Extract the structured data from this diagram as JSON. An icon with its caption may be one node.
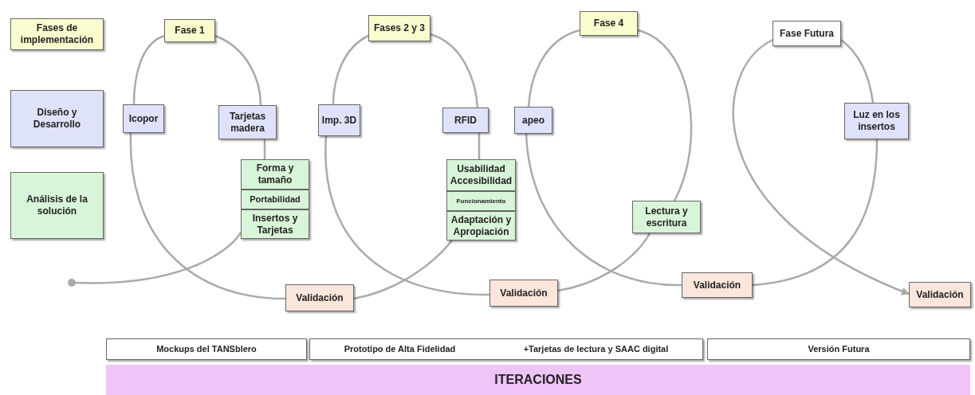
{
  "diagram": {
    "nodes": [
      {
        "text": [
          "Fases de implementación"
        ]
      },
      {
        "text": [
          "Diseño y Desarrollo"
        ]
      },
      {
        "text": [
          "Análisis de la solución"
        ]
      },
      {
        "text": [
          "Fase 1"
        ]
      },
      {
        "text": [
          "Fases 2 y 3"
        ]
      },
      {
        "text": [
          "Fase 4"
        ]
      },
      {
        "text": [
          "Fase Futura"
        ]
      },
      {
        "text": [
          "Icopor"
        ]
      },
      {
        "text": [
          "Tarjetas madera"
        ]
      },
      {
        "text": [
          "Imp. 3D"
        ]
      },
      {
        "text": [
          "RFID"
        ]
      },
      {
        "text": [
          "apeo"
        ]
      },
      {
        "text": [
          "Luz en los insertos"
        ]
      },
      {
        "text": [
          "Forma y tamaño"
        ]
      },
      {
        "text": [
          "Portabilidad"
        ]
      },
      {
        "text": [
          "Insertos y Tarjetas"
        ]
      },
      {
        "text": [
          "Usabilidad Accesibilidad"
        ]
      },
      {
        "text": [
          "Funcionamiento"
        ]
      },
      {
        "text": [
          "Adaptación y Apropiación"
        ]
      },
      {
        "text": [
          "Lectura y escritura"
        ]
      },
      {
        "text": [],
        "shape": "circle"
      },
      {
        "text": [
          "Validación"
        ]
      },
      {
        "text": [
          "Validación"
        ]
      },
      {
        "text": [
          "Validación"
        ]
      },
      {
        "text": [
          "Validación"
        ]
      },
      {
        "text": [
          "Mockups del TANSblero"
        ]
      },
      {
        "text": [
          "Prototipo de Alta Fidelidad",
          "+Tarjetas de lectura y SAAC digital"
        ]
      },
      {
        "text": [
          "Versión Futura"
        ]
      },
      {
        "text": [
          "ITERACIONES"
        ]
      }
    ],
    "edges": [
      {
        "from": 20,
        "to": 15,
        "arrow": "none"
      },
      {
        "from": 8,
        "to": 13,
        "arrow": "none"
      },
      {
        "from": 3,
        "to": 8,
        "arrow": "none"
      },
      {
        "from": 3,
        "to": 7,
        "arrow": "none"
      },
      {
        "from": 7,
        "to": 21,
        "arrow": "none"
      },
      {
        "from": 21,
        "to": 18,
        "arrow": "none"
      },
      {
        "from": 16,
        "to": 10,
        "arrow": "none"
      },
      {
        "from": 4,
        "to": 10,
        "arrow": "none"
      },
      {
        "from": 4,
        "to": 9,
        "arrow": "none"
      },
      {
        "from": 9,
        "to": 22,
        "arrow": "none"
      },
      {
        "from": 22,
        "to": 19,
        "arrow": "none"
      },
      {
        "from": 19,
        "to": 5,
        "arrow": "none"
      },
      {
        "from": 5,
        "to": 11,
        "arrow": "none"
      },
      {
        "from": 11,
        "to": 23,
        "arrow": "none"
      },
      {
        "from": 23,
        "to": 12,
        "arrow": "none"
      },
      {
        "from": 12,
        "to": 6,
        "arrow": "none"
      },
      {
        "from": 6,
        "to": 24,
        "arrow": "to"
      }
    ]
  }
}
